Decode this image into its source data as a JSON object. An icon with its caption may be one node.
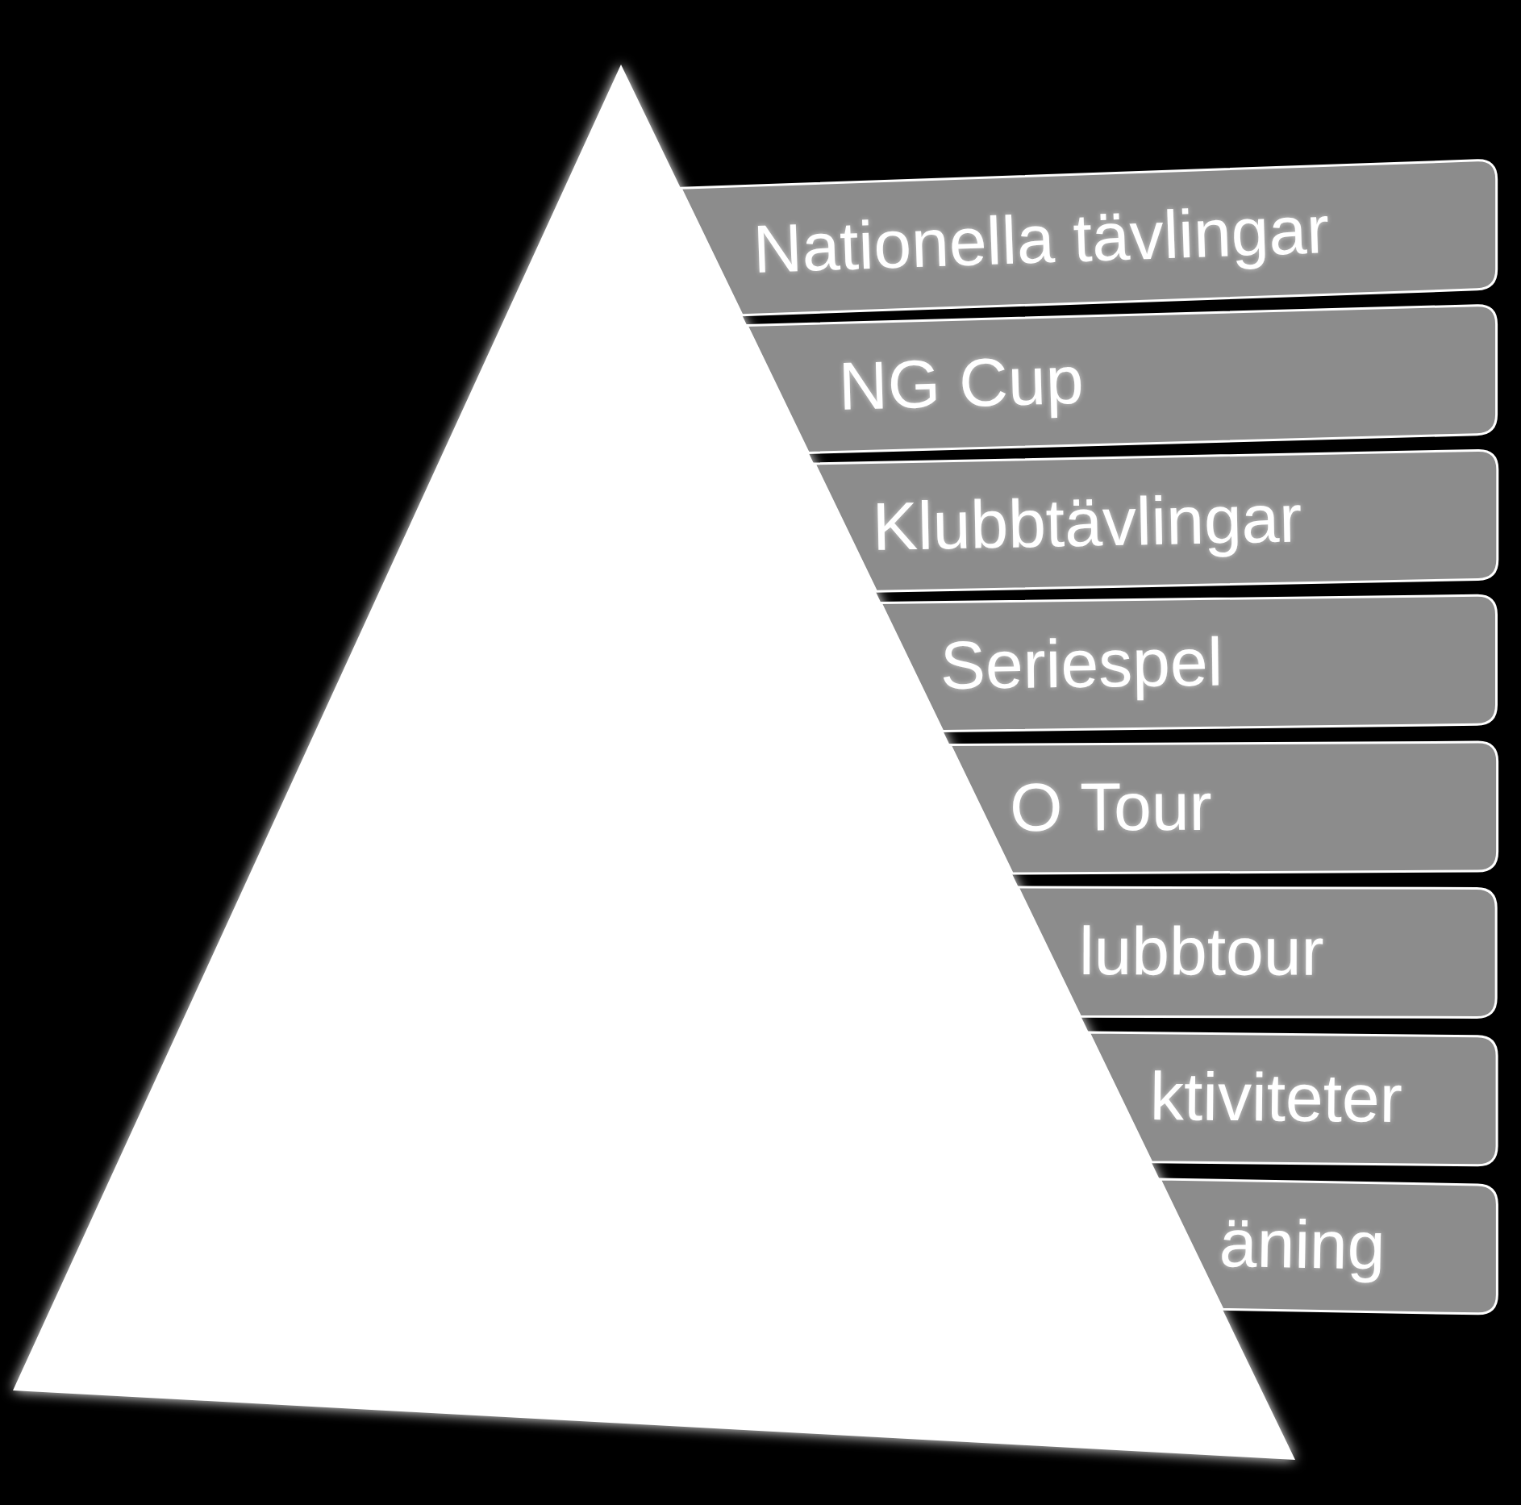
{
  "diagram": {
    "nodes": [
      {
        "text": [
          "Nationella tävlingar"
        ]
      },
      {
        "text": [
          "NG Cup"
        ]
      },
      {
        "text": [
          "Klubbtävlingar"
        ]
      },
      {
        "text": [
          "Seriespel"
        ]
      },
      {
        "text": [
          "O Tour"
        ]
      },
      {
        "text": [
          "lubbtour"
        ]
      },
      {
        "text": [
          "ktiviteter"
        ]
      },
      {
        "text": [
          "äning"
        ]
      }
    ]
  }
}
